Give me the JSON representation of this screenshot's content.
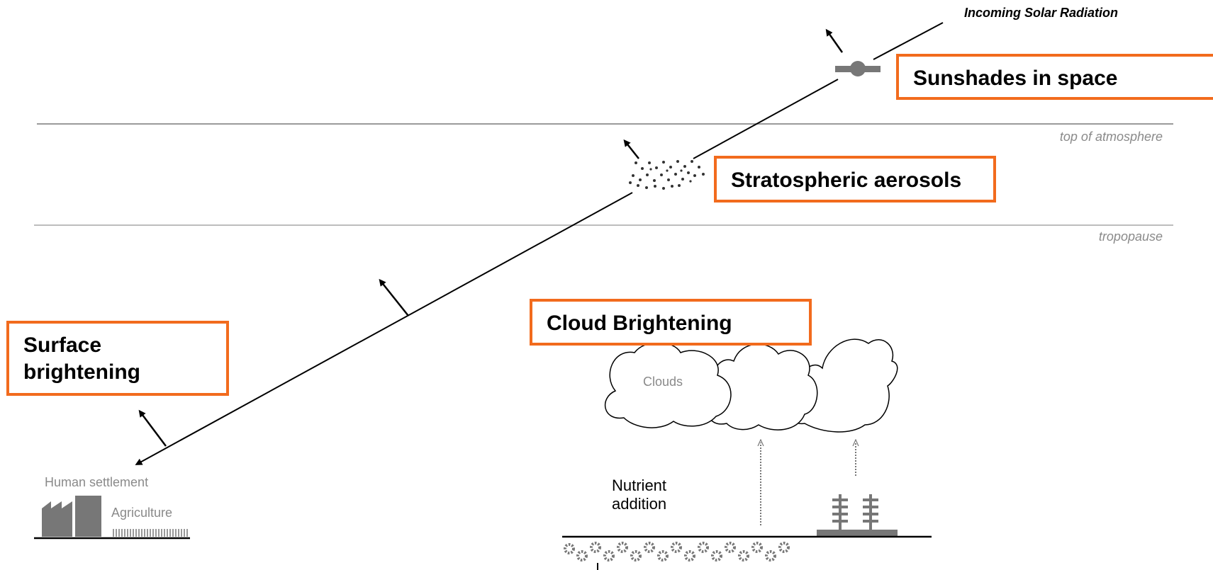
{
  "labels": {
    "incoming": "Incoming Solar Radiation",
    "top_of_atmosphere": "top of atmosphere",
    "tropopause": "tropopause",
    "clouds": "Clouds",
    "human_settlement": "Human settlement",
    "agriculture": "Agriculture",
    "nutrient_line1": "Nutrient",
    "nutrient_line2": "addition"
  },
  "boxes": {
    "sunshades": "Sunshades in space",
    "stratospheric": "Stratospheric aerosols",
    "cloud": "Cloud Brightening",
    "surface_line1": "Surface",
    "surface_line2": "brightening"
  },
  "colors": {
    "box_border": "#f26b1d",
    "line_gray": "#9a9a9a",
    "ink": "#000000",
    "fill_gray": "#777777"
  }
}
